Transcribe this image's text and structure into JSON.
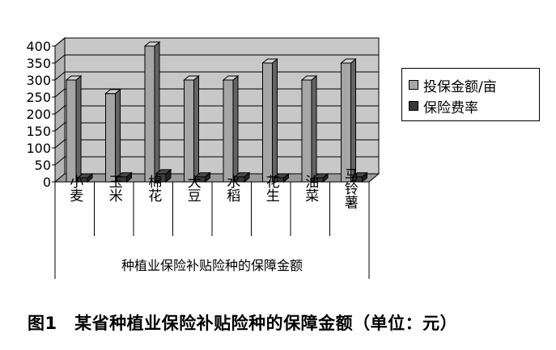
{
  "chart_data": {
    "type": "bar",
    "style": "3d-clustered-column",
    "categories": [
      "小麦",
      "玉米",
      "棉花",
      "大豆",
      "水稻",
      "花生",
      "油菜",
      "马铃薯"
    ],
    "series": [
      {
        "name": "投保金额/亩",
        "values": [
          300,
          260,
          400,
          300,
          300,
          350,
          300,
          350
        ],
        "color": "#a6a6a6"
      },
      {
        "name": "保险费率",
        "values": [
          12,
          15,
          24,
          15,
          15,
          12,
          12,
          15
        ],
        "color": "#3a3a3a"
      }
    ],
    "yticks": [
      0,
      50,
      100,
      150,
      200,
      250,
      300,
      350,
      400
    ],
    "ylim": [
      0,
      400
    ],
    "xlabel": "种植业保险补贴险种的保障金额",
    "ylabel": "",
    "grid": true,
    "legend_position": "right",
    "wall_color": "#c8c8c8",
    "floor_color": "#9a9a9a"
  },
  "caption": "图1　某省种植业保险补贴险种的保障金额（单位：元）"
}
